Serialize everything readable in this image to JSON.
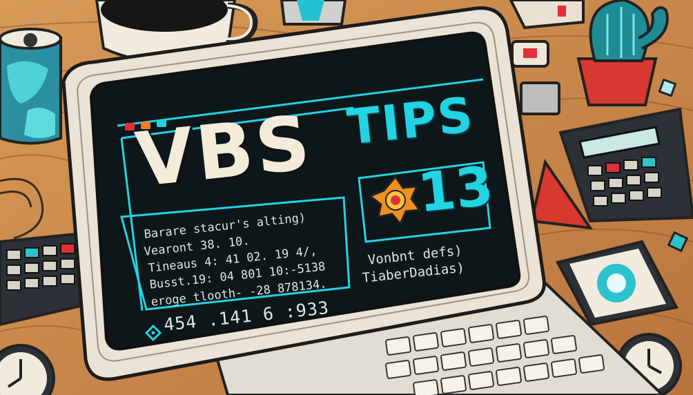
{
  "screen": {
    "title_main": "VBS",
    "title_accent": "TIPS",
    "badge_number": "13",
    "code_lines": [
      "Barare stacur's alting)",
      "Vearont 38.        10.",
      "Tineaus  4: 41  02. 19 4/,",
      "Busst.19: 04 801 10:-5138",
      "eroge tlooth- -28 878134."
    ],
    "code_footer": "454 .141 6 :933",
    "right_lines": [
      "Vonbnt defs)",
      "TiaberDadias)"
    ]
  },
  "icons": {
    "coffee_cup": "coffee-cup-icon",
    "cactus": "cactus-icon",
    "calculator": "calculator-icon",
    "clock": "clock-icon",
    "star_badge": "star-badge-icon",
    "warning_cone": "warning-triangle-icon"
  },
  "colors": {
    "screen_bg": "#0d1618",
    "accent_cyan": "#22d3e2",
    "cream_text": "#f3ecdb",
    "wood": "#c8874a",
    "window_btn_red": "#e0303a",
    "window_btn_orange": "#ef7b2a"
  }
}
